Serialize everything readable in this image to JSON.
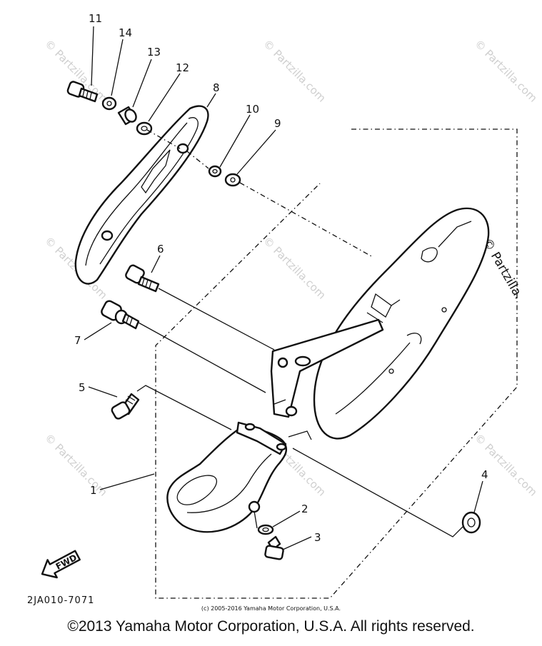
{
  "diagram": {
    "callouts": [
      {
        "id": "11",
        "label": "11"
      },
      {
        "id": "14",
        "label": "14"
      },
      {
        "id": "13",
        "label": "13"
      },
      {
        "id": "12",
        "label": "12"
      },
      {
        "id": "8",
        "label": "8"
      },
      {
        "id": "10",
        "label": "10"
      },
      {
        "id": "9",
        "label": "9"
      },
      {
        "id": "6",
        "label": "6"
      },
      {
        "id": "7",
        "label": "7"
      },
      {
        "id": "5",
        "label": "5"
      },
      {
        "id": "1",
        "label": "1"
      },
      {
        "id": "2",
        "label": "2"
      },
      {
        "id": "3",
        "label": "3"
      },
      {
        "id": "4",
        "label": "4"
      }
    ],
    "fwd_label": "FWD",
    "diagram_code": "2JA010-7071",
    "small_copyright": "(c) 2005-2016 Yamaha Motor Corporation, U.S.A.",
    "watermark": "© Partzilla.com",
    "side_watermark": "© Partzilla."
  },
  "footer": {
    "copyright": "©2013 Yamaha Motor Corporation, U.S.A. All rights reserved."
  }
}
